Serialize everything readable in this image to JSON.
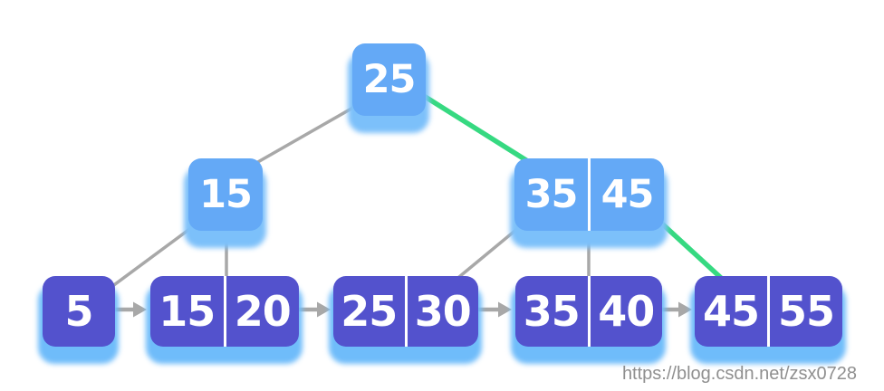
{
  "diagram_type": "b-plus-tree",
  "colors": {
    "internal_node": "#64a9f6",
    "internal_shadow": "#7cc0fa",
    "leaf_node": "#5352cd",
    "leaf_shadow": "#6fbcfa",
    "edge_gray": "#a8a8a8",
    "edge_green": "#36d981",
    "divider": "#ffffff",
    "key_text": "#ffffff",
    "watermark": "#8f8f8f"
  },
  "tree": {
    "internal_nodes": [
      {
        "name": "root",
        "keys": [
          "25"
        ]
      },
      {
        "name": "internal-15",
        "keys": [
          "15"
        ]
      },
      {
        "name": "internal-35-45",
        "keys": [
          "35",
          "45"
        ]
      }
    ],
    "leaf_nodes": [
      {
        "name": "leaf-5",
        "keys": [
          "5"
        ]
      },
      {
        "name": "leaf-15-20",
        "keys": [
          "15",
          "20"
        ]
      },
      {
        "name": "leaf-25-30",
        "keys": [
          "25",
          "30"
        ]
      },
      {
        "name": "leaf-35-40",
        "keys": [
          "35",
          "40"
        ]
      },
      {
        "name": "leaf-45-55",
        "keys": [
          "45",
          "55"
        ]
      }
    ],
    "edges": [
      {
        "from": "root",
        "to": "internal-15",
        "color": "gray"
      },
      {
        "from": "root",
        "to": "internal-35-45",
        "color": "green"
      },
      {
        "from": "internal-15",
        "to": "leaf-5",
        "color": "gray"
      },
      {
        "from": "internal-15",
        "to": "leaf-15-20",
        "color": "gray"
      },
      {
        "from": "internal-35-45",
        "to": "leaf-25-30",
        "color": "gray"
      },
      {
        "from": "internal-35-45",
        "to": "leaf-35-40",
        "color": "gray"
      },
      {
        "from": "internal-35-45",
        "to": "leaf-45-55",
        "color": "green"
      }
    ],
    "leaf_links": [
      {
        "from": "leaf-5",
        "to": "leaf-15-20"
      },
      {
        "from": "leaf-15-20",
        "to": "leaf-25-30"
      },
      {
        "from": "leaf-25-30",
        "to": "leaf-35-40"
      },
      {
        "from": "leaf-35-40",
        "to": "leaf-45-55"
      }
    ]
  },
  "watermark": {
    "text": "https://blog.csdn.net/zsx0728"
  }
}
